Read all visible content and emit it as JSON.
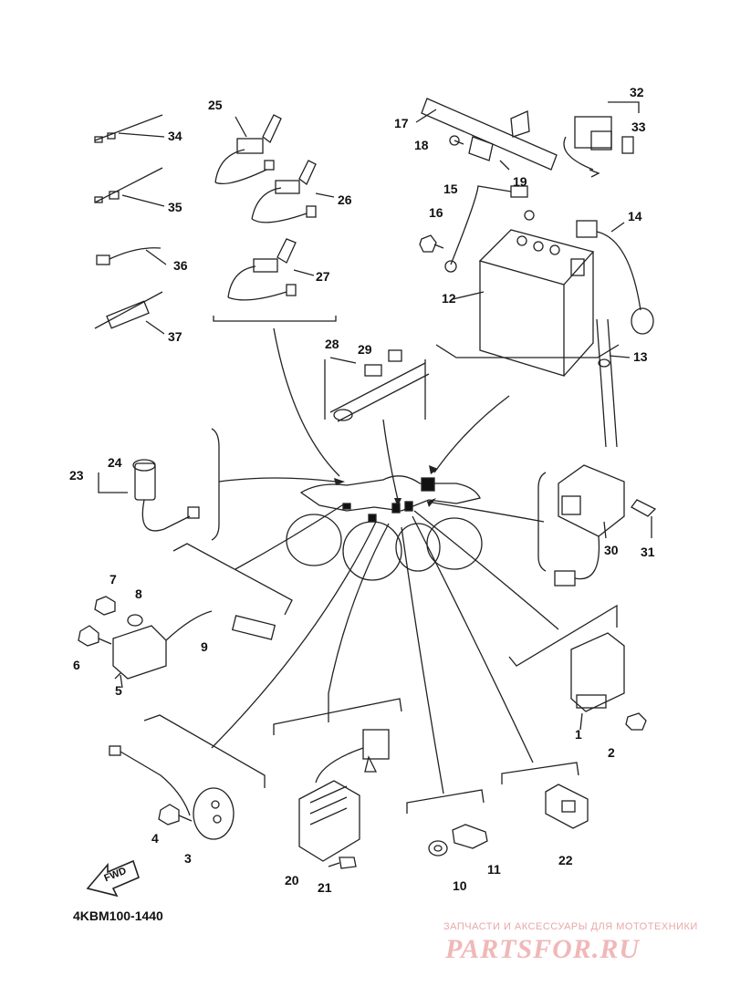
{
  "diagram": {
    "code": "4KBM100-1440",
    "fwd_label": "FWD",
    "callouts": [
      "1",
      "2",
      "3",
      "4",
      "5",
      "6",
      "7",
      "8",
      "9",
      "10",
      "11",
      "12",
      "13",
      "14",
      "15",
      "16",
      "17",
      "18",
      "19",
      "20",
      "21",
      "22",
      "23",
      "24",
      "25",
      "26",
      "27",
      "28",
      "29",
      "30",
      "31",
      "32",
      "33",
      "34",
      "35",
      "36",
      "37"
    ]
  },
  "watermark": {
    "line": "ЗАПЧАСТИ И АКСЕССУАРЫ ДЛЯ МОТОТЕХНИКИ",
    "logo": "PARTSFOR.RU"
  }
}
